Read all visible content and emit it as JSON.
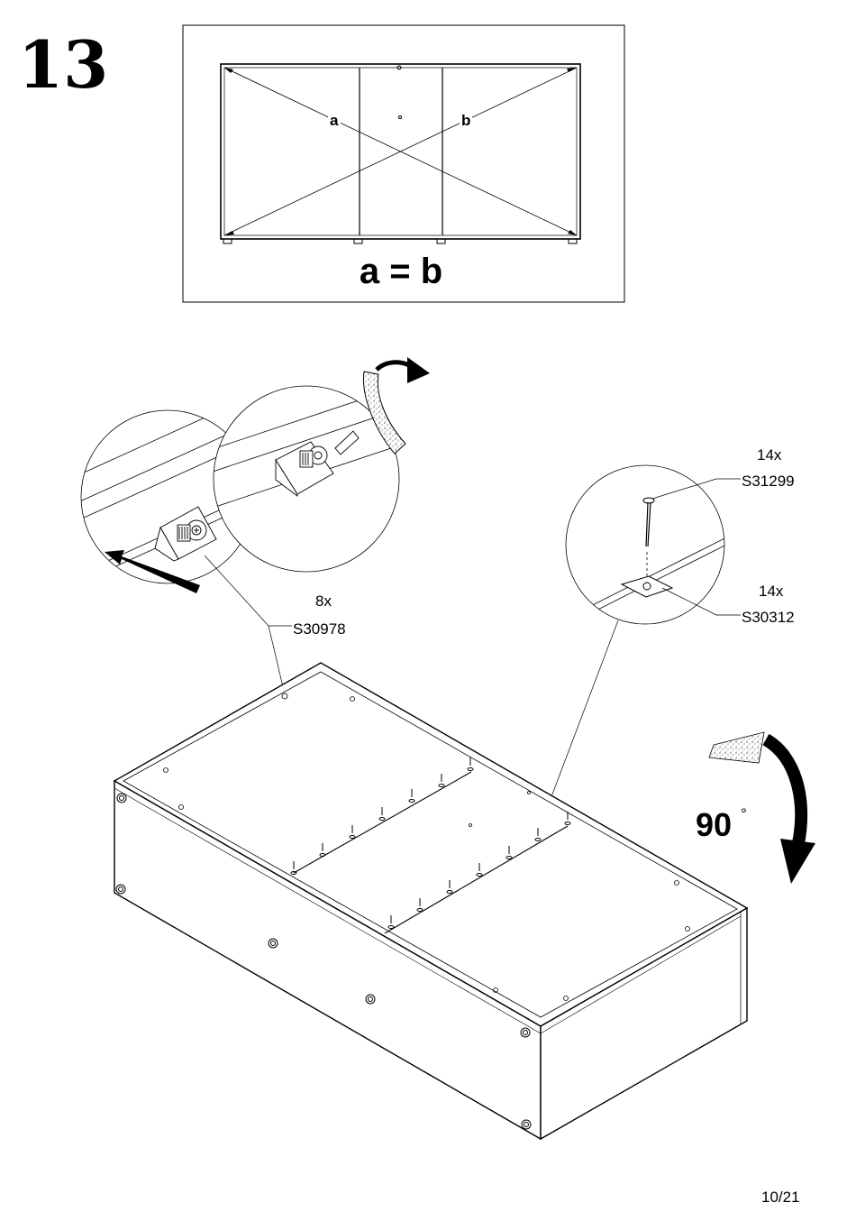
{
  "step_number": "13",
  "diagonal_check": {
    "diagonal_a": "a",
    "diagonal_b": "b",
    "equation": "a = b"
  },
  "connector_fitting": {
    "quantity": "8x",
    "part_code": "S30978"
  },
  "nail_fitting": {
    "nail_quantity": "14x",
    "nail_part_code": "S31299",
    "plate_quantity": "14x",
    "plate_part_code": "S30312"
  },
  "rotation": {
    "angle": "90",
    "degree_symbol": "°"
  },
  "page_number": "10/21"
}
